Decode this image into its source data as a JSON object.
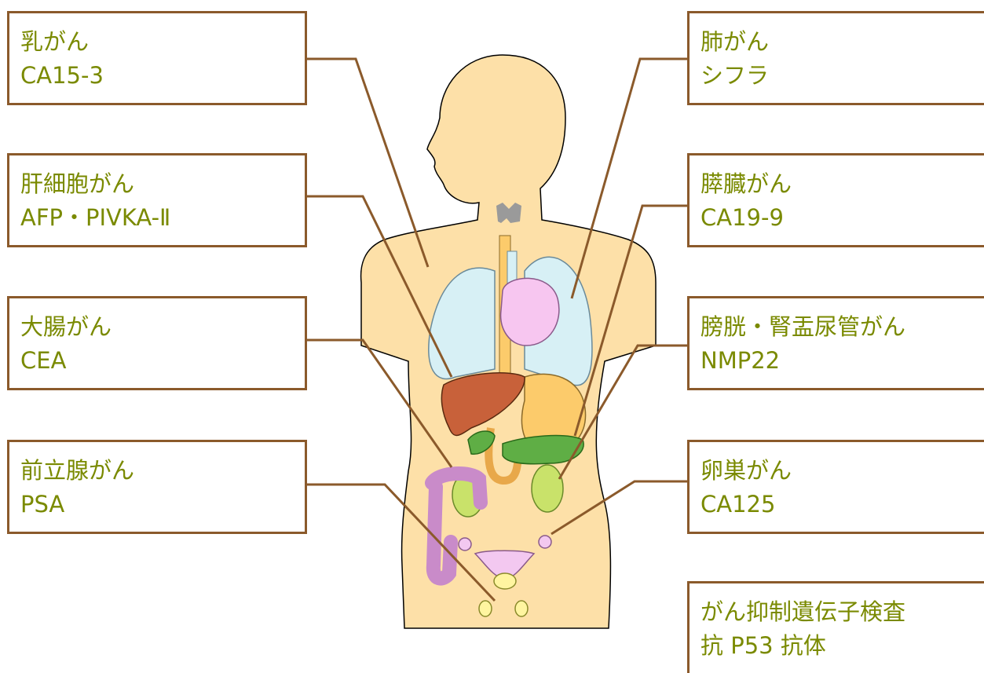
{
  "labels": [
    {
      "id": "breast",
      "line1": "乳がん",
      "line2": "CA15-3"
    },
    {
      "id": "liver",
      "line1": "肝細胞がん",
      "line2": "AFP・PIVKA-Ⅱ"
    },
    {
      "id": "colon",
      "line1": "大腸がん",
      "line2": "CEA"
    },
    {
      "id": "prostate",
      "line1": "前立腺がん",
      "line2": "PSA"
    },
    {
      "id": "lung",
      "line1": "肺がん",
      "line2": "シフラ"
    },
    {
      "id": "pancreas",
      "line1": "膵臓がん",
      "line2": "CA19-9"
    },
    {
      "id": "bladder",
      "line1": "膀胱・腎盂尿管がん",
      "line2": "NMP22"
    },
    {
      "id": "ovary",
      "line1": "卵巣がん",
      "line2": "CA125"
    },
    {
      "id": "suppressor",
      "line1": "がん抑制遺伝子検査",
      "line2": "抗 P53 抗体"
    }
  ],
  "colors": {
    "box_border": "#8b5a2b",
    "label_text": "#7a8a00",
    "leader_line": "#8b5a2b",
    "skin": "#fde0a8",
    "lung": "#d7f0f5",
    "heart": "#f7c6f0",
    "liver": "#c8613a",
    "stomach": "#fccb6b",
    "pancreas": "#5fae45",
    "kidney": "#c9e26a",
    "colon": "#c98bc9",
    "uterus": "#f3c8f0",
    "thyroid": "#9a9a9a"
  }
}
